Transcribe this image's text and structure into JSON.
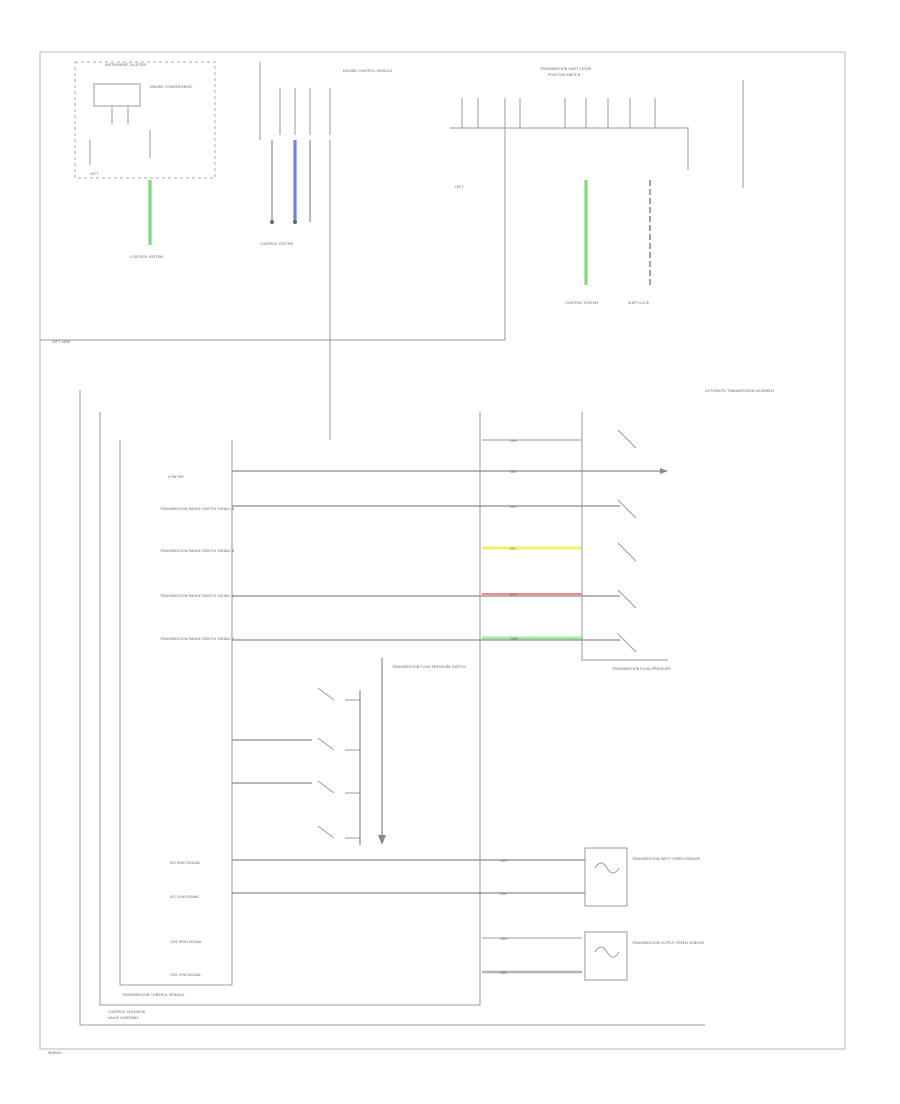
{
  "wire_colors": {
    "green": "#7de07d",
    "blue": "#6d86e0",
    "yellow": "#f2f268",
    "red": "#f28a8a",
    "lightgreen": "#a6e8a6",
    "gray": "#b4b4b4"
  },
  "labels": {
    "instrument_cluster": "INSTRUMENT CLUSTER",
    "instrument_cluster_sub": "ENGINE COMPARTMENT",
    "engine_control_module": "ENGINE CONTROL MODULE",
    "trans_shift_lever": "TRANSMISSION SHIFT LEVER",
    "trans_shift_lever_sub": "POSITION SWITCH",
    "ground_1": "CONTROL SYSTEM",
    "ground_2": "CONTROL SYSTEM",
    "ground_3": "CONTROL SYSTEM",
    "ground_4": "SHIFT LOCK",
    "left_side": "LEFT SIDE",
    "automatic_trans_assembly": "AUTOMATIC TRANSMISSION ASSEMBLY",
    "trans_pressure_switch": "TRANSMISSION FLUID PRESSURE SWITCH",
    "tcm_title": "TRANSMISSION CONTROL MODULE",
    "ctrl_solenoid": "CONTROL SOLENOID",
    "ctrl_solenoid_sub": "VALVE ASSEMBLY",
    "trans_fluid_pressure_assy": "TRANSMISSION FLUID PRESSURE",
    "input_speed_sensor": "TRANSMISSION INPUT SPEED SENSOR",
    "output_speed_sensor": "TRANSMISSION OUTPUT SPEED SENSOR",
    "bottom_tag": "WIRING"
  },
  "tcm_signals": [
    "LOW REF",
    "TRANSMISSION RANGE SWITCH SIGNAL A",
    "TRANSMISSION RANGE SWITCH SIGNAL B",
    "TRANSMISSION RANGE SWITCH SIGNAL C",
    "TRANSMISSION RANGE SWITCH SIGNAL P",
    "ISS HIGH SIGNAL",
    "ISS LOW SIGNAL",
    "OSS HIGH SIGNAL",
    "OSS LOW SIGNAL"
  ],
  "wire_codes": [
    "GRY",
    "GRY",
    "GRY",
    "YEL",
    "RED",
    "GRN",
    "GRY",
    "GRY",
    "GRY",
    "GRY"
  ]
}
